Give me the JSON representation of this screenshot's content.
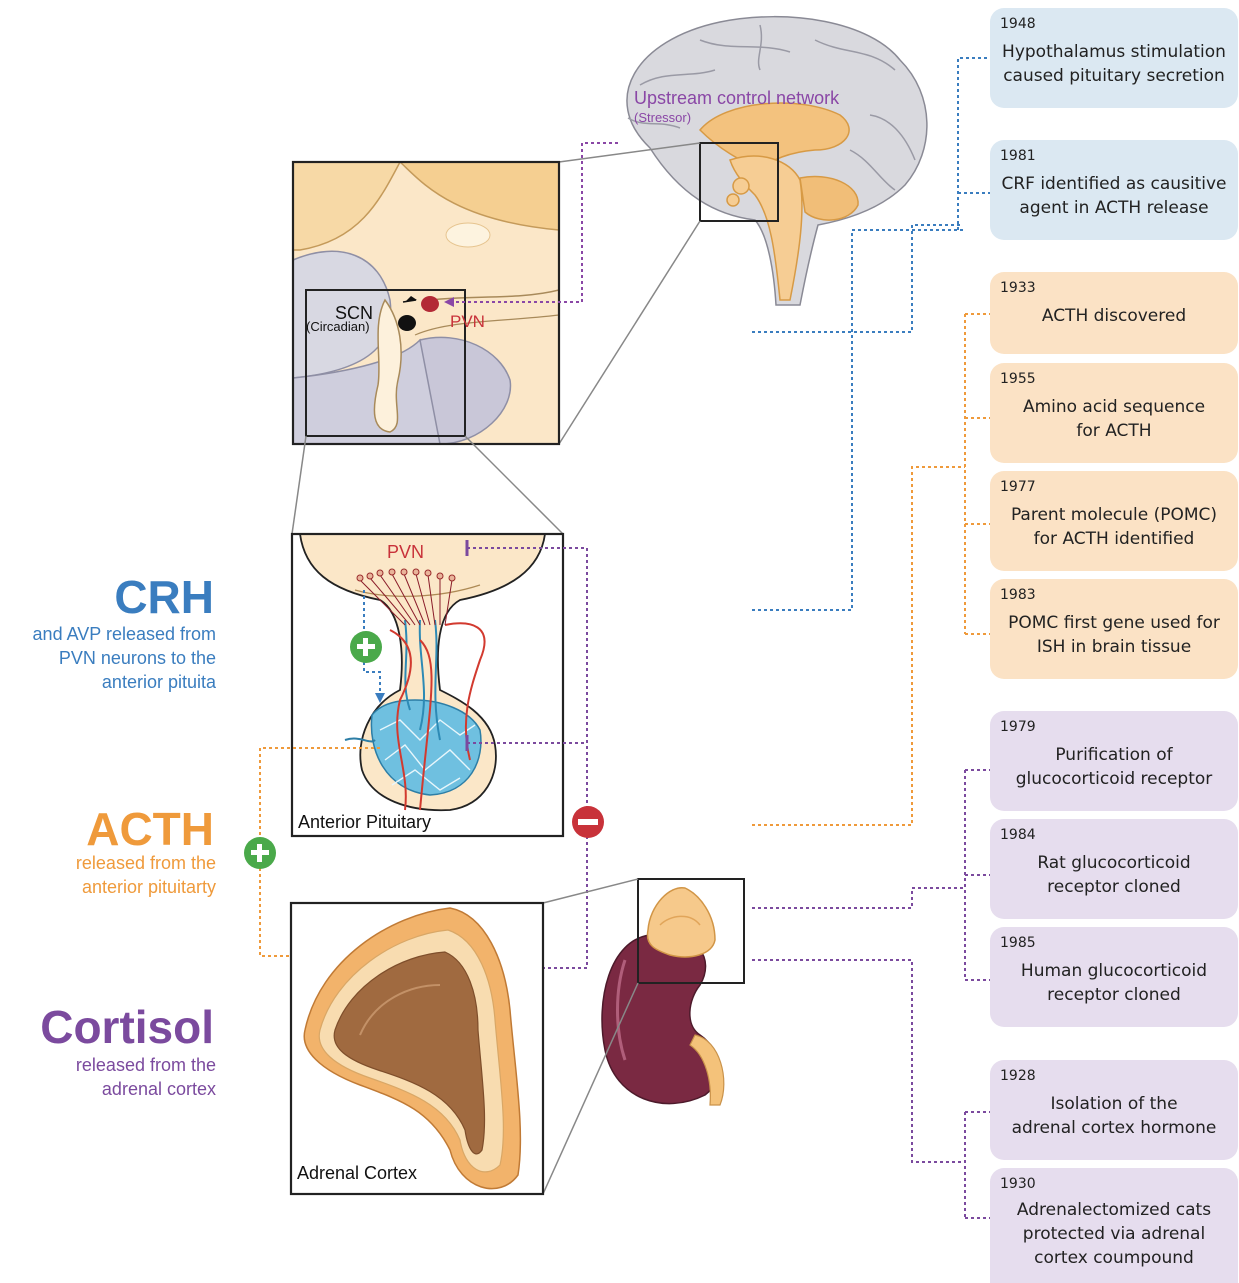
{
  "hormones": {
    "crh": {
      "title": "CRH",
      "desc_lines": [
        "and AVP released from",
        "PVN neurons to the",
        "anterior pituita"
      ],
      "color": "#3a7dbf"
    },
    "acth": {
      "title": "ACTH",
      "desc_lines": [
        "released from the",
        "anterior pituitarty"
      ],
      "color": "#ef9a3b"
    },
    "cortisol": {
      "title": "Cortisol",
      "desc_lines": [
        "released from the",
        "adrenal cortex"
      ],
      "color": "#7b4a9e"
    }
  },
  "labels": {
    "upstream": "Upstream control network",
    "stressor": "(Stressor)",
    "scn": "SCN",
    "circadian": "(Circadian)",
    "pvn_hypothalamus": "PVN",
    "pvn_pituitary": "PVN",
    "anterior_pituitary": "Anterior Pituitary",
    "adrenal_cortex": "Adrenal Cortex",
    "plus_symbol": "+",
    "minus_symbol": "−"
  },
  "timeline": {
    "blue": [
      {
        "year": "1948",
        "lines": [
          "Hypothalamus stimulation",
          "caused pituitary secretion"
        ]
      },
      {
        "year": "1981",
        "lines": [
          "CRF identified as causitive",
          "agent in ACTH release"
        ]
      }
    ],
    "orange": [
      {
        "year": "1933",
        "lines": [
          "ACTH discovered"
        ]
      },
      {
        "year": "1955",
        "lines": [
          "Amino acid sequence",
          "for ACTH"
        ]
      },
      {
        "year": "1977",
        "lines": [
          "Parent molecule (POMC)",
          "for ACTH identified"
        ]
      },
      {
        "year": "1983",
        "lines": [
          "POMC first gene used for",
          "ISH in brain tissue"
        ]
      }
    ],
    "purple": [
      {
        "year": "1979",
        "lines": [
          "Purification of",
          "glucocorticoid receptor"
        ]
      },
      {
        "year": "1984",
        "lines": [
          "Rat glucocorticoid",
          "receptor cloned"
        ]
      },
      {
        "year": "1985",
        "lines": [
          "Human glucocorticoid",
          "receptor cloned"
        ]
      },
      {
        "year": "1928",
        "lines": [
          "Isolation of the",
          "adrenal cortex hormone"
        ]
      },
      {
        "year": "1930",
        "lines": [
          "Adrenalectomized cats",
          "protected via adrenal",
          "cortex coumpound"
        ]
      }
    ]
  },
  "colors": {
    "blue": "#3a7dbf",
    "orange": "#ef9a3b",
    "purple": "#7b4a9e",
    "green": "#4aa94a",
    "red": "#c8323a"
  },
  "icons": [
    "brain-illustration",
    "hypothalamus-inset",
    "pituitary-inset",
    "adrenal-cortex-inset",
    "kidney-adrenal-illustration",
    "plus-icon",
    "minus-icon"
  ]
}
